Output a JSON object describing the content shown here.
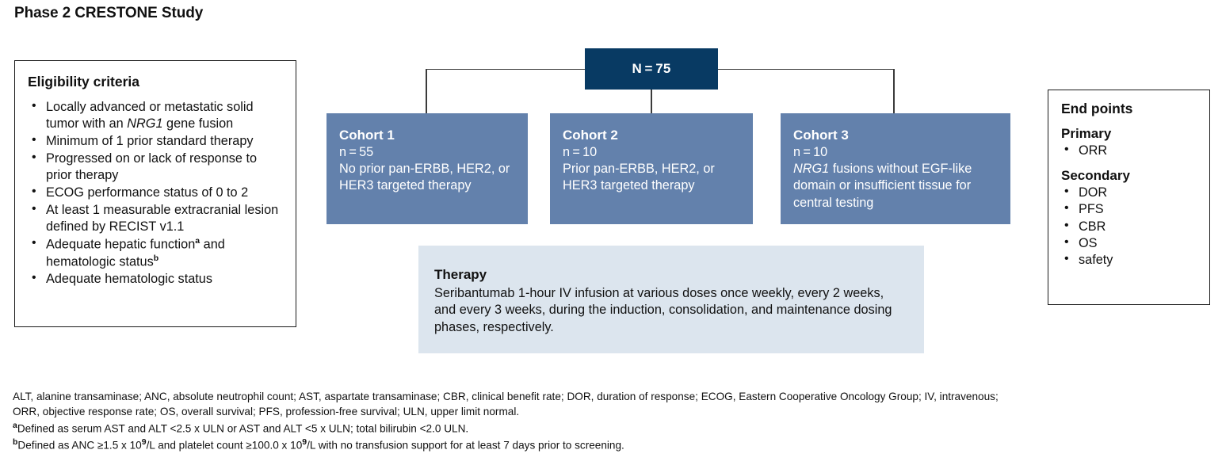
{
  "title": "Phase 2 CRESTONE Study",
  "eligibility": {
    "heading": "Eligibility criteria",
    "items": [
      {
        "pre": "Locally advanced or metastatic solid tumor with an ",
        "italic": "NRG1",
        "post": " gene fusion"
      },
      {
        "pre": "Minimum of 1 prior standard therapy",
        "italic": "",
        "post": ""
      },
      {
        "pre": "Progressed on or lack of response to prior therapy",
        "italic": "",
        "post": ""
      },
      {
        "pre": "ECOG performance status of 0 to 2",
        "italic": "",
        "post": ""
      },
      {
        "pre": "At least 1 measurable extracranial lesion defined by RECIST v1.1",
        "italic": "",
        "post": ""
      },
      {
        "pre": "Adequate hepatic function",
        "sup_a": "a",
        "mid": " and hematologic status",
        "sup_b": "b",
        "italic": "",
        "post": ""
      },
      {
        "pre": "Adequate hematologic status",
        "italic": "",
        "post": ""
      }
    ]
  },
  "enrollment": {
    "label": "N = 75"
  },
  "cohorts": [
    {
      "title": "Cohort 1",
      "n": "n = 55",
      "desc_pre": "No prior pan-ERBB, HER2, or HER3 targeted therapy",
      "desc_italic": "",
      "desc_post": ""
    },
    {
      "title": "Cohort 2",
      "n": "n = 10",
      "desc_pre": "Prior pan-ERBB, HER2, or HER3 targeted therapy",
      "desc_italic": "",
      "desc_post": ""
    },
    {
      "title": "Cohort 3",
      "n": "n = 10",
      "desc_pre": "",
      "desc_italic": "NRG1",
      "desc_post": " fusions without EGF-like domain or insufficient tissue for central testing"
    }
  ],
  "therapy": {
    "heading": "Therapy",
    "body": "Seribantumab 1-hour IV infusion at various doses once weekly, every 2 weeks, and every 3 weeks, during the induction, consolidation, and maintenance dosing phases, respectively."
  },
  "endpoints": {
    "heading": "End points",
    "primary_heading": "Primary",
    "primary": [
      "ORR"
    ],
    "secondary_heading": "Secondary",
    "secondary": [
      "DOR",
      "PFS",
      "CBR",
      "OS",
      "safety"
    ]
  },
  "footnotes": {
    "line1": "ALT, alanine transaminase; ANC, absolute neutrophil count; AST, aspartate transaminase; CBR, clinical benefit rate; DOR, duration of response; ECOG, Eastern Cooperative Oncology Group; IV, intravenous;",
    "line2": "ORR, objective response rate; OS, overall survival; PFS, profession-free survival; ULN, upper limit normal.",
    "note_a_marker": "a",
    "note_a": "Defined as serum AST and ALT <2.5 x ULN or AST and ALT <5 x ULN; total bilirubin <2.0 ULN.",
    "note_b_marker": "b",
    "note_b_pre": "Defined as ANC ≥1.5 x 10",
    "note_b_exp1": "9",
    "note_b_mid": "/L and platelet count ≥100.0 x 10",
    "note_b_exp2": "9",
    "note_b_post": "/L with no transfusion support for at least 7 days prior to screening."
  },
  "colors": {
    "navy": "#083a63",
    "cohort_blue": "#6381ac",
    "therapy_blue": "#dce5ee",
    "connector": "#3b3b3b"
  }
}
